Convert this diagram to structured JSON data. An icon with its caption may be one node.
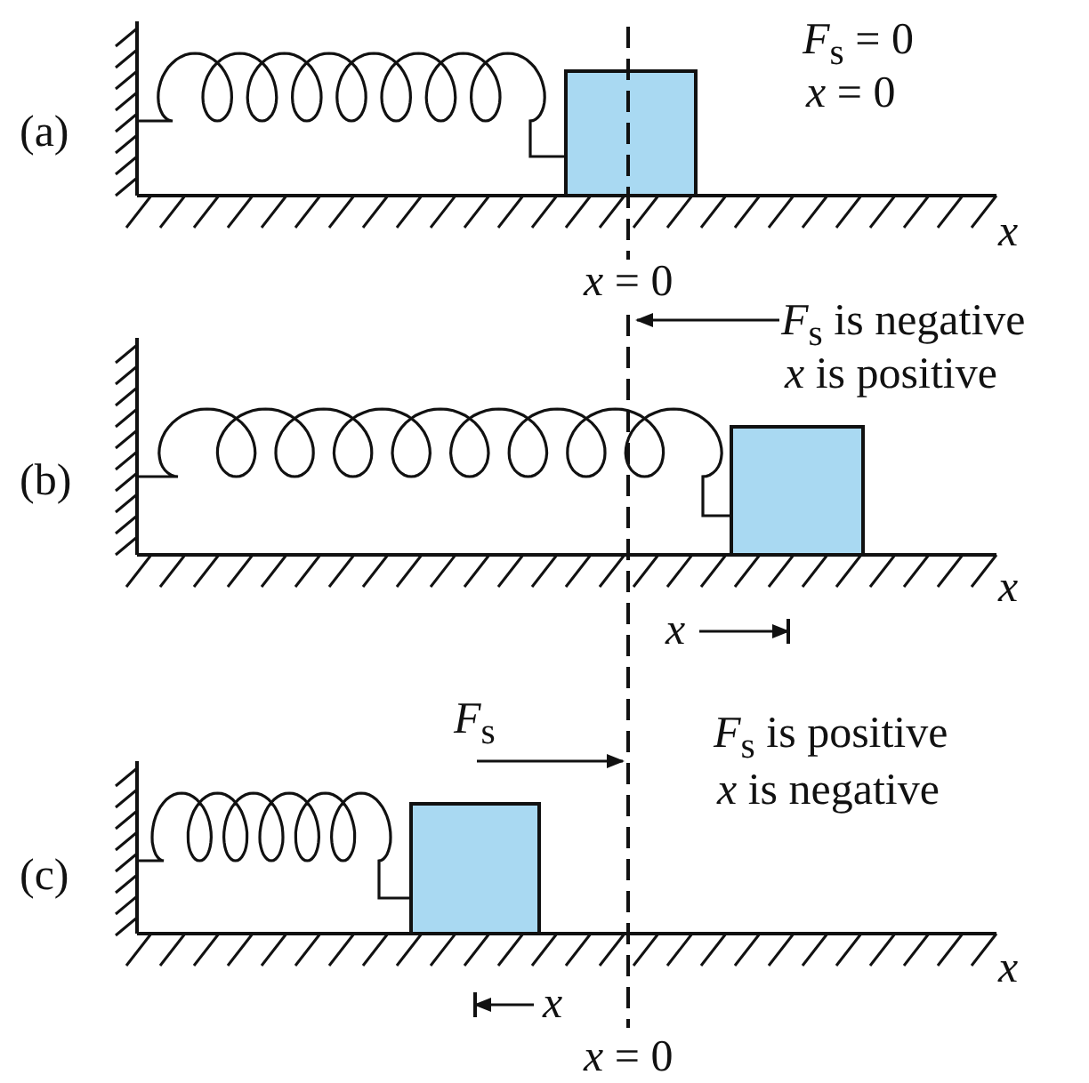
{
  "diagram": {
    "labels": [
      "*F*$_{s}$ = 0",
      "*x* = 0",
      "(a)",
      "*x*",
      "*x* = 0",
      "*F*$_{s}$ is negative",
      "*x* is positive",
      "(b)",
      "*x*",
      "*x*",
      "*F*$_{s}$",
      "*F*$_{s}$ is positive",
      "*x* is negative",
      "(c)",
      "*x*",
      "*x*",
      "*x* = 0"
    ]
  }
}
